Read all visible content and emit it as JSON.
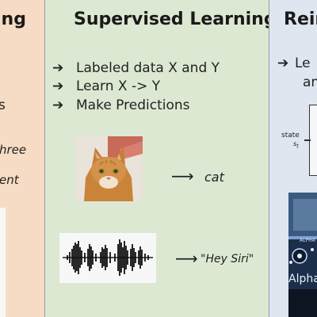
{
  "left_panel": {
    "title_fragment": "ing",
    "text_fragments": [
      "s",
      "hree",
      "ent"
    ]
  },
  "center_panel": {
    "title": "Supervised Learning",
    "bullets": [
      {
        "arrow": "➔",
        "text": "Labeled data X and Y"
      },
      {
        "arrow": "➔",
        "text": "Learn X -> Y"
      },
      {
        "arrow": "➔",
        "text": "Make Predictions"
      }
    ],
    "examples": [
      {
        "arrow": "⟶",
        "label": "cat"
      },
      {
        "arrow": "⟶",
        "label": "\"Hey Siri\""
      }
    ]
  },
  "right_panel": {
    "title_fragment": "Rein",
    "bullet_arrow": "➔",
    "bullet_line1": "Le",
    "bullet_line2": "an",
    "diagram_label": "state",
    "diagram_sublabel": "s",
    "diagram_sub": "t",
    "game_caption": "AlphaGo",
    "game_small": "ALPHA"
  },
  "colors": {
    "left_bg": "#f6dcc4",
    "center_bg": "#dde8d2",
    "right_bg": "#dfe6ef"
  }
}
